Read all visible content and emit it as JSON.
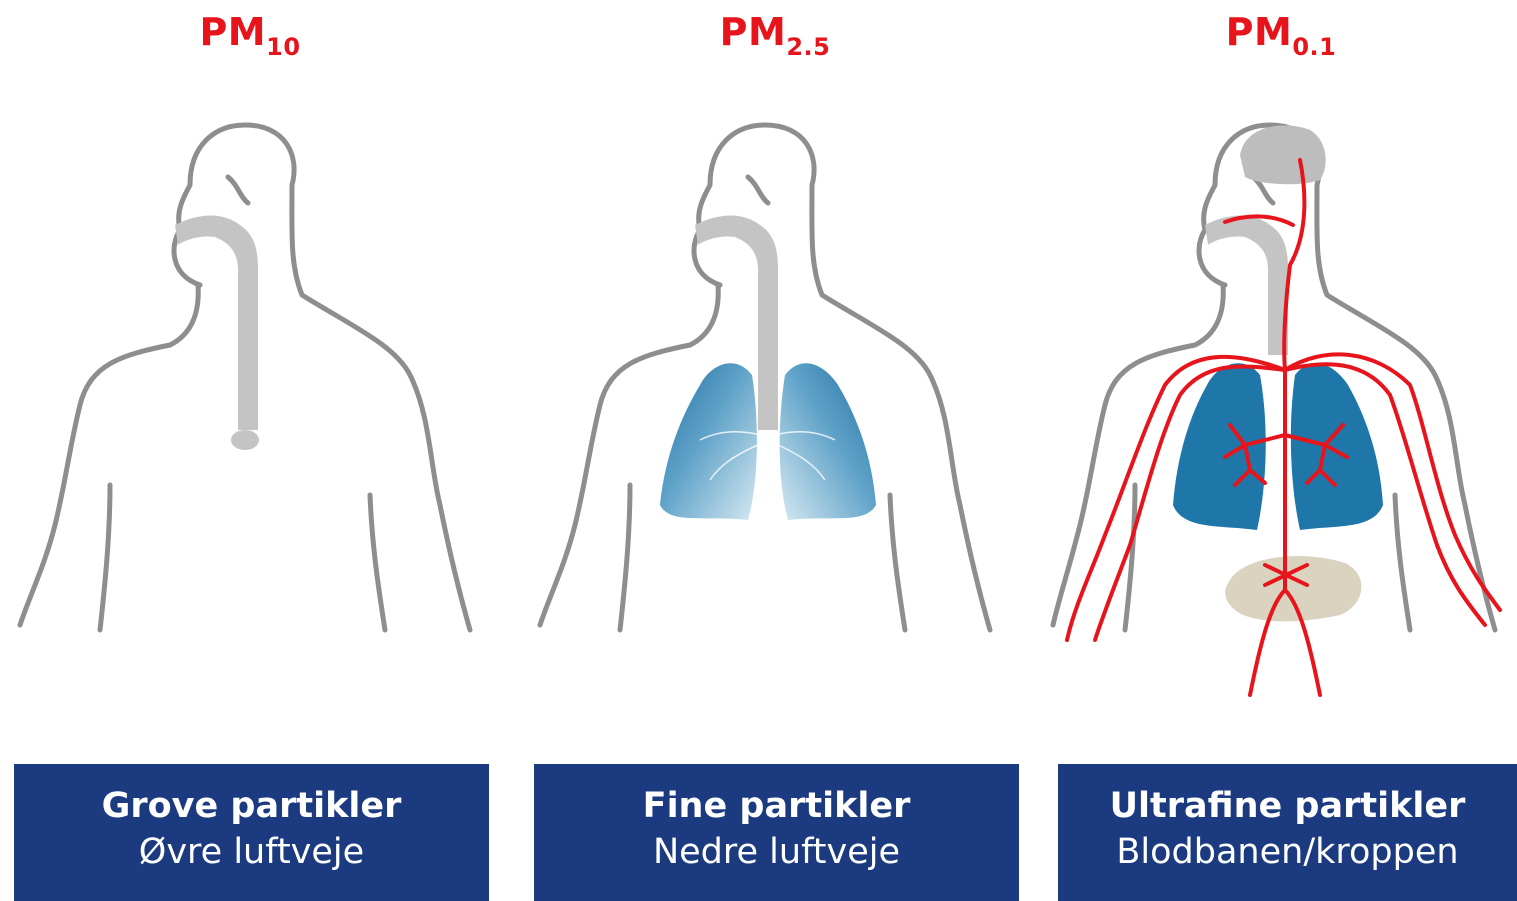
{
  "panels": [
    {
      "title_main": "PM",
      "title_sub": "10",
      "label": "Grove partikler",
      "sublabel": "Øvre luftveje"
    },
    {
      "title_main": "PM",
      "title_sub": "2.5",
      "label": "Fine partikler",
      "sublabel": "Nedre luftveje"
    },
    {
      "title_main": "PM",
      "title_sub": "0.1",
      "label": "Ultrafine partikler",
      "sublabel": "Blodbanen/kroppen"
    }
  ],
  "colors": {
    "title": "#e8141c",
    "box": "#1b3a80",
    "lung": "#1f6fa0",
    "lung_light": "#bfdcea",
    "vessel": "#e8141c",
    "airway": "#bdbdbd",
    "outline": "#8e8e8e"
  }
}
